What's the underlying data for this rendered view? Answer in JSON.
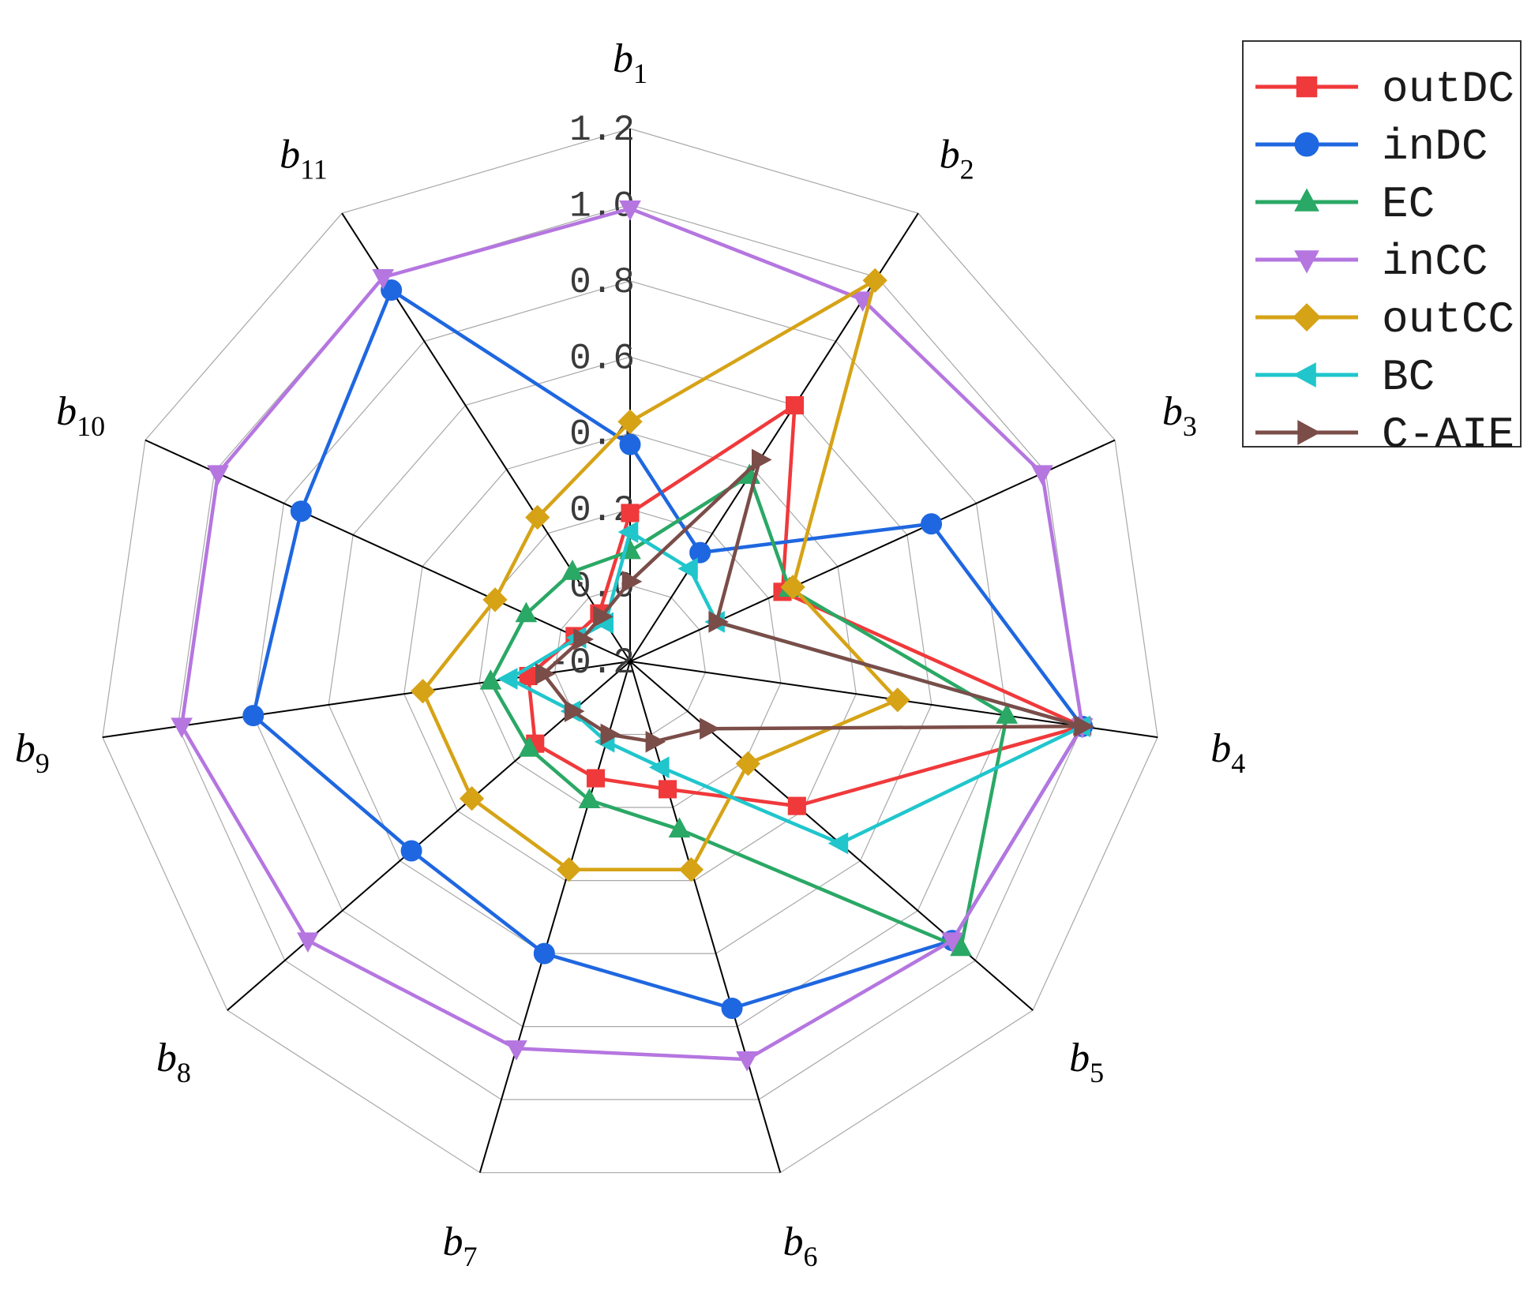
{
  "chart_data": {
    "type": "radar",
    "axes": [
      {
        "base": "b",
        "sub": "1"
      },
      {
        "base": "b",
        "sub": "2"
      },
      {
        "base": "b",
        "sub": "3"
      },
      {
        "base": "b",
        "sub": "4"
      },
      {
        "base": "b",
        "sub": "5"
      },
      {
        "base": "b",
        "sub": "6"
      },
      {
        "base": "b",
        "sub": "7"
      },
      {
        "base": "b",
        "sub": "8"
      },
      {
        "base": "b",
        "sub": "9"
      },
      {
        "base": "b",
        "sub": "10"
      },
      {
        "base": "b",
        "sub": "11"
      }
    ],
    "rlim": [
      -0.2,
      1.2
    ],
    "rticks": [
      "-0.2",
      "0.0",
      "0.2",
      "0.4",
      "0.6",
      "0.8",
      "1.0",
      "1.2"
    ],
    "rtick_values": [
      -0.2,
      0.0,
      0.2,
      0.4,
      0.6,
      0.8,
      1.0,
      1.2
    ],
    "legend_position": "top-right",
    "series": [
      {
        "name": "outDC",
        "color": "#f0393b",
        "marker": "square",
        "values": [
          0.19,
          0.6,
          0.24,
          1.0,
          0.38,
          0.15,
          0.12,
          0.13,
          0.07,
          -0.04,
          -0.05
        ]
      },
      {
        "name": "inDC",
        "color": "#1f67e0",
        "marker": "circle",
        "values": [
          0.37,
          0.14,
          0.67,
          1.0,
          0.92,
          0.75,
          0.6,
          0.56,
          0.8,
          0.75,
          0.96
        ]
      },
      {
        "name": "EC",
        "color": "#2aa865",
        "marker": "triangle-up",
        "values": [
          0.09,
          0.38,
          0.26,
          0.8,
          0.95,
          0.26,
          0.18,
          0.15,
          0.17,
          0.1,
          0.08
        ]
      },
      {
        "name": "inCC",
        "color": "#b576e0",
        "marker": "triangle-down",
        "values": [
          0.99,
          0.93,
          0.99,
          1.0,
          0.92,
          0.89,
          0.86,
          0.92,
          0.99,
          0.99,
          1.0
        ]
      },
      {
        "name": "outCC",
        "color": "#d6a317",
        "marker": "diamond",
        "values": [
          0.43,
          0.99,
          0.27,
          0.51,
          0.21,
          0.37,
          0.37,
          0.35,
          0.35,
          0.19,
          0.25
        ]
      },
      {
        "name": "BC",
        "color": "#20c6cc",
        "marker": "triangle-left",
        "values": [
          0.14,
          0.09,
          0.05,
          1.0,
          0.53,
          0.09,
          0.02,
          0.0,
          0.12,
          -0.05,
          -0.08
        ]
      },
      {
        "name": "C-AIE",
        "color": "#7b4d48",
        "marker": "triangle-right",
        "values": [
          0.01,
          0.43,
          0.05,
          1.0,
          0.07,
          0.02,
          0.0,
          0.0,
          0.03,
          -0.06,
          -0.06
        ]
      }
    ]
  }
}
